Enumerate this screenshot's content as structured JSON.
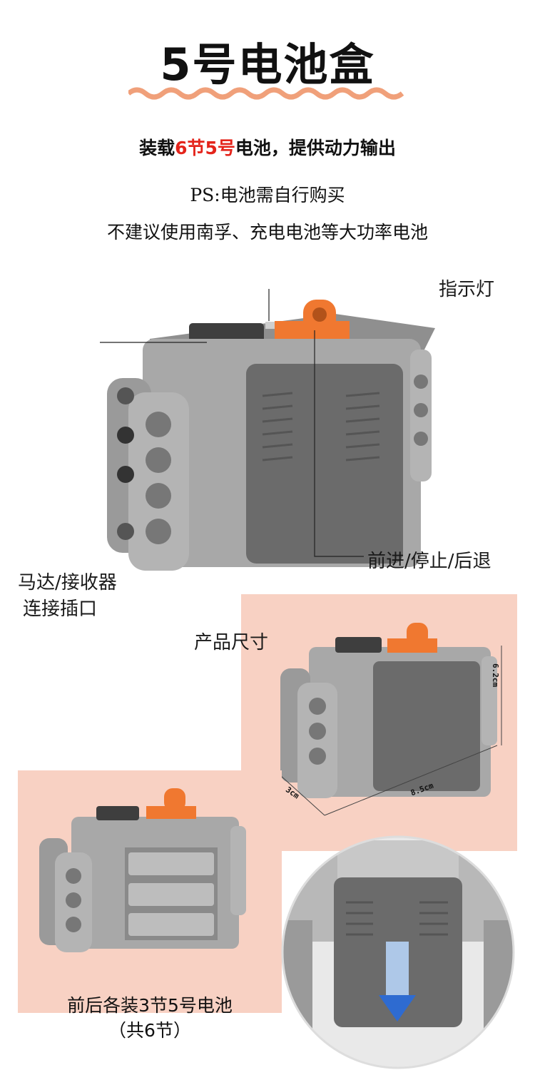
{
  "header": {
    "title": "5号电池盒",
    "subtitle_prefix": "装载",
    "subtitle_highlight": "6节5号",
    "subtitle_suffix": "电池，提供动力输出",
    "note_line1": "PS:电池需自行购买",
    "note_line2": "不建议使用南孚、充电电池等大功率电池"
  },
  "callouts": {
    "indicator": "指示灯",
    "switch": "前进/停止/后退",
    "port_line1": "马达/接收器",
    "port_line2": "连接插口"
  },
  "dimensions": {
    "label": "产品尺寸",
    "height": "6.2cm",
    "width": "8.5cm",
    "depth": "3cm"
  },
  "open_view": {
    "caption_line1": "前后各装3节5号电池",
    "caption_line2": "（共6节）"
  },
  "colors": {
    "accent": "#e4241b",
    "wave": "#f0a07a",
    "pink_bg": "#f8d1c3",
    "box_light": "#a9a9a9",
    "box_dark": "#6a6a6a",
    "orange_switch": "#f07830"
  }
}
